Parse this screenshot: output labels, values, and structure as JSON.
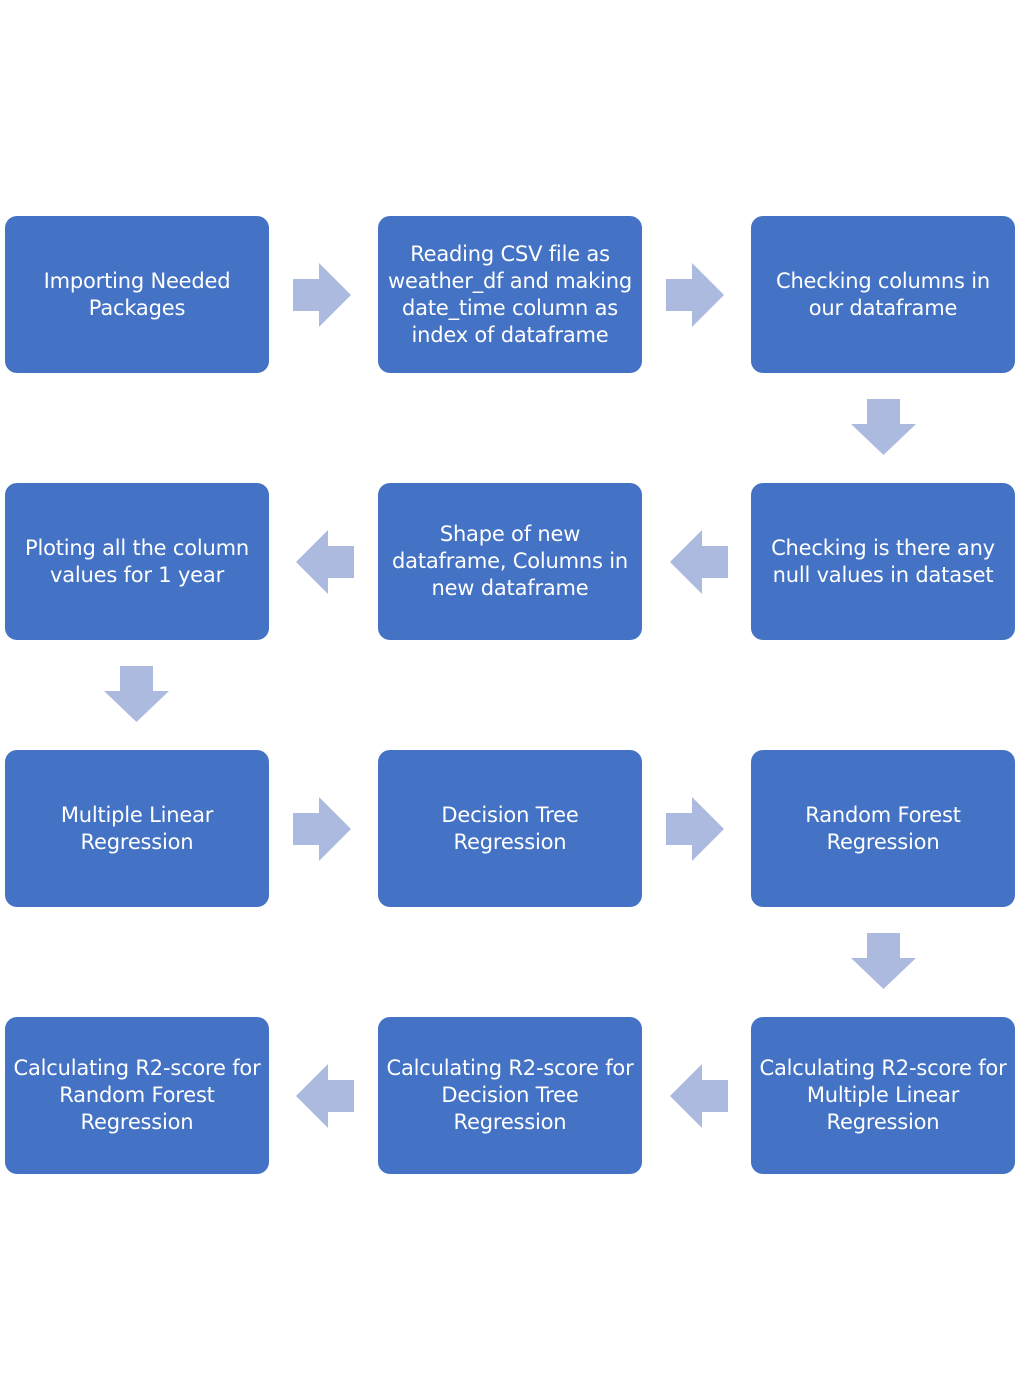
{
  "steps": [
    {
      "id": "b1",
      "label": "Importing Needed\nPackages"
    },
    {
      "id": "b2",
      "label": "Reading CSV file as\nweather_df and making\ndate_time column as\nindex of dataframe"
    },
    {
      "id": "b3",
      "label": "Checking columns in\nour dataframe"
    },
    {
      "id": "b4",
      "label": "Checking is there any\nnull values in dataset"
    },
    {
      "id": "b5",
      "label": "Shape of new\ndataframe, Columns in\nnew dataframe"
    },
    {
      "id": "b6",
      "label": "Ploting all the column\nvalues for 1 year"
    },
    {
      "id": "b7",
      "label": "Multiple Linear\nRegression"
    },
    {
      "id": "b8",
      "label": "Decision Tree\nRegression"
    },
    {
      "id": "b9",
      "label": "Random Forest\nRegression"
    },
    {
      "id": "b10",
      "label": "Calculating R2-score for\nMultiple Linear\nRegression"
    },
    {
      "id": "b11",
      "label": "Calculating R2-score for\nDecision Tree\nRegression"
    },
    {
      "id": "b12",
      "label": "Calculating R2-score for\nRandom Forest\nRegression"
    }
  ],
  "connectors": [
    {
      "from": "b1",
      "to": "b2",
      "direction": "right"
    },
    {
      "from": "b2",
      "to": "b3",
      "direction": "right"
    },
    {
      "from": "b3",
      "to": "b4",
      "direction": "down"
    },
    {
      "from": "b4",
      "to": "b5",
      "direction": "left"
    },
    {
      "from": "b5",
      "to": "b6",
      "direction": "left"
    },
    {
      "from": "b6",
      "to": "b7",
      "direction": "down"
    },
    {
      "from": "b7",
      "to": "b8",
      "direction": "right"
    },
    {
      "from": "b8",
      "to": "b9",
      "direction": "right"
    },
    {
      "from": "b9",
      "to": "b10",
      "direction": "down"
    },
    {
      "from": "b10",
      "to": "b11",
      "direction": "left"
    },
    {
      "from": "b11",
      "to": "b12",
      "direction": "left"
    }
  ],
  "colors": {
    "box_fill": "#4472c4",
    "box_text": "#ffffff",
    "arrow_fill": "#adbadf",
    "background": "#ffffff"
  }
}
